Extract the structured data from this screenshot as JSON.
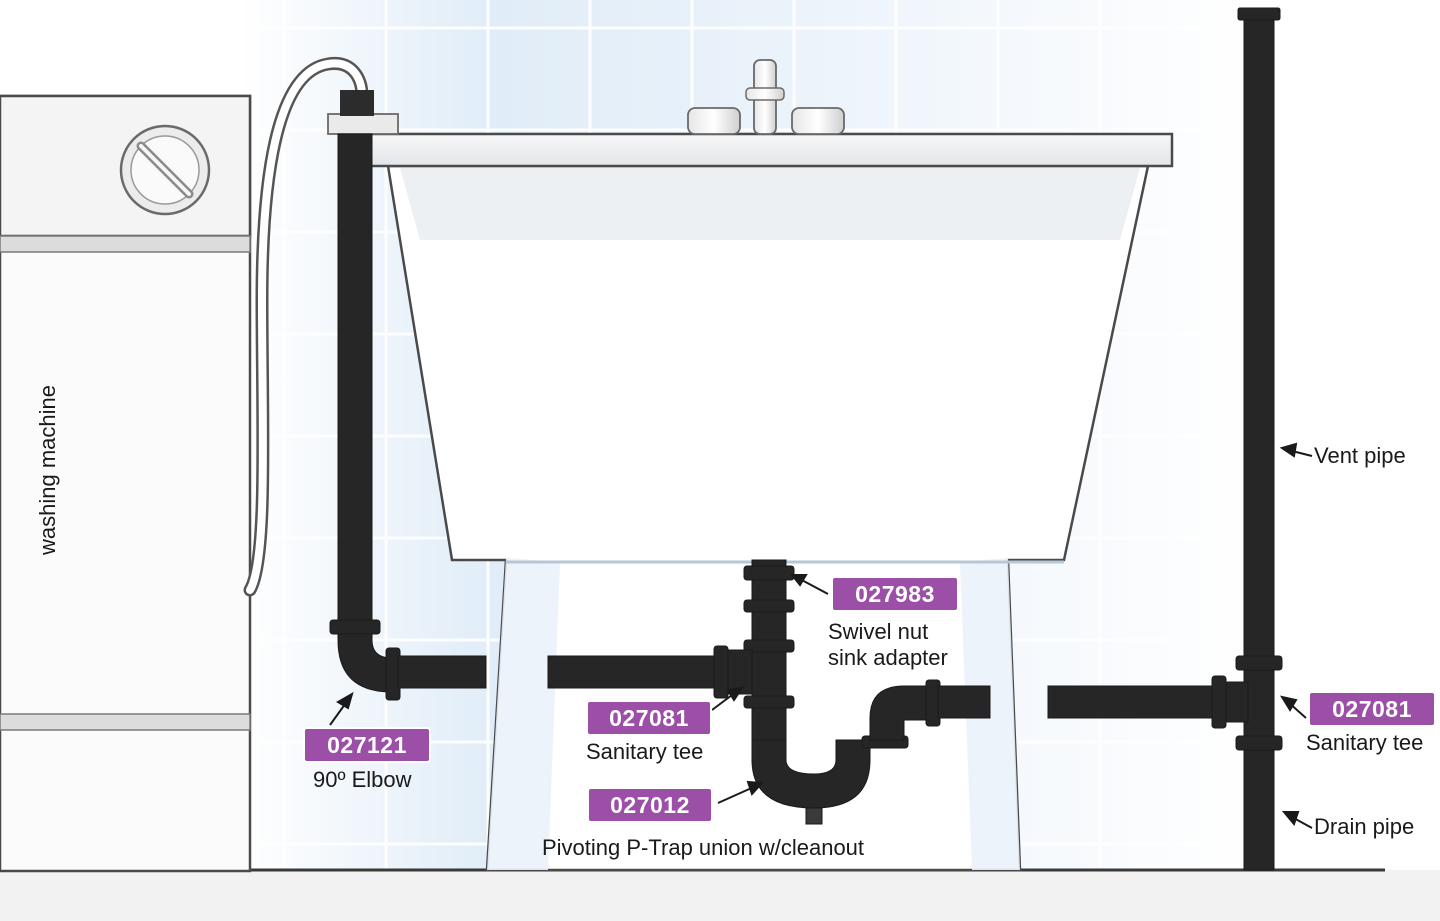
{
  "appliance": {
    "label": "washing machine"
  },
  "callouts": [
    {
      "id": "elbow",
      "part_number": "027121",
      "description": "90º Elbow"
    },
    {
      "id": "tee-left",
      "part_number": "027081",
      "description": "Sanitary tee"
    },
    {
      "id": "adapter",
      "part_number": "027983",
      "description_lines": [
        "Swivel nut",
        "sink adapter"
      ]
    },
    {
      "id": "ptrap",
      "part_number": "027012",
      "description": "Pivoting P-Trap union w/cleanout"
    },
    {
      "id": "tee-right",
      "part_number": "027081",
      "description": "Sanitary tee"
    }
  ],
  "pipe_labels": {
    "vent": "Vent pipe",
    "drain": "Drain pipe"
  },
  "colors": {
    "badge": "#9b4fa7",
    "pipe": "#262626",
    "tile_light": "#eef4fa",
    "tile_blue": "#d3e4f4",
    "tub": "#ffffff",
    "floor": "#f2f2f2"
  }
}
